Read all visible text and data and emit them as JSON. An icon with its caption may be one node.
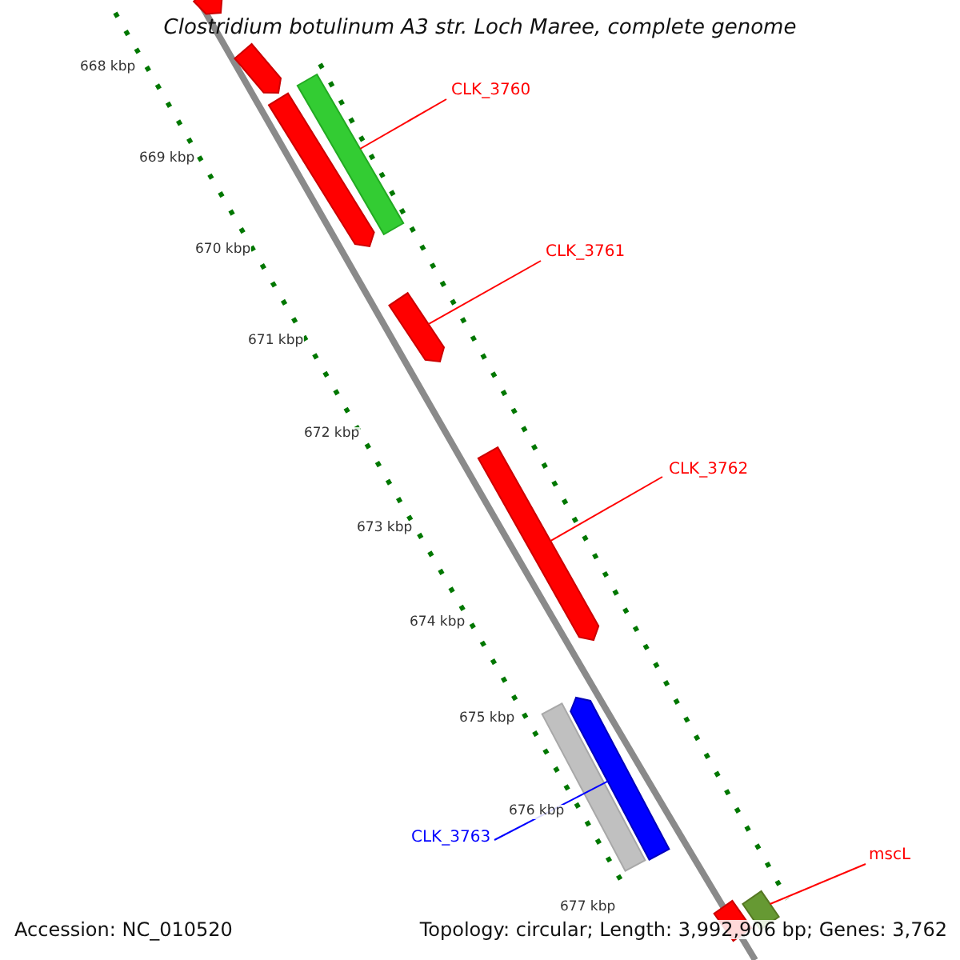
{
  "diagram": {
    "title": "Clostridium botulinum A3 str. Loch Maree, complete genome",
    "nodes": [
      {
        "text": [
          "CLK_3760"
        ]
      },
      {
        "text": [],
        "shape": "bar"
      },
      {
        "text": [
          "CLK_3761"
        ]
      },
      {
        "text": [],
        "shape": "bar"
      },
      {
        "text": [
          "CLK_3762"
        ]
      },
      {
        "text": [],
        "shape": "bar"
      },
      {
        "text": [
          "CLK_3763"
        ]
      },
      {
        "text": [],
        "shape": "bar"
      },
      {
        "text": [
          "mscL"
        ]
      },
      {
        "text": [],
        "shape": "bar"
      }
    ],
    "edges": [
      {
        "from": 0,
        "to": 1,
        "arrow": "none"
      },
      {
        "from": 2,
        "to": 3,
        "arrow": "none"
      },
      {
        "from": 4,
        "to": 5,
        "arrow": "none"
      },
      {
        "from": 6,
        "to": 7,
        "arrow": "none",
        "color": "#0000ff"
      },
      {
        "from": 8,
        "to": 9,
        "arrow": "none"
      }
    ],
    "labels": [
      "668 kbp",
      "669 kbp",
      "670 kbp",
      "671 kbp",
      "672 kbp",
      "673 kbp",
      "674 kbp",
      "675 kbp",
      "676 kbp",
      "677 kbp",
      "Accession: NC_010520",
      "Topology: circular; Length: 3,992,906 bp; Genes: 3,762"
    ]
  }
}
